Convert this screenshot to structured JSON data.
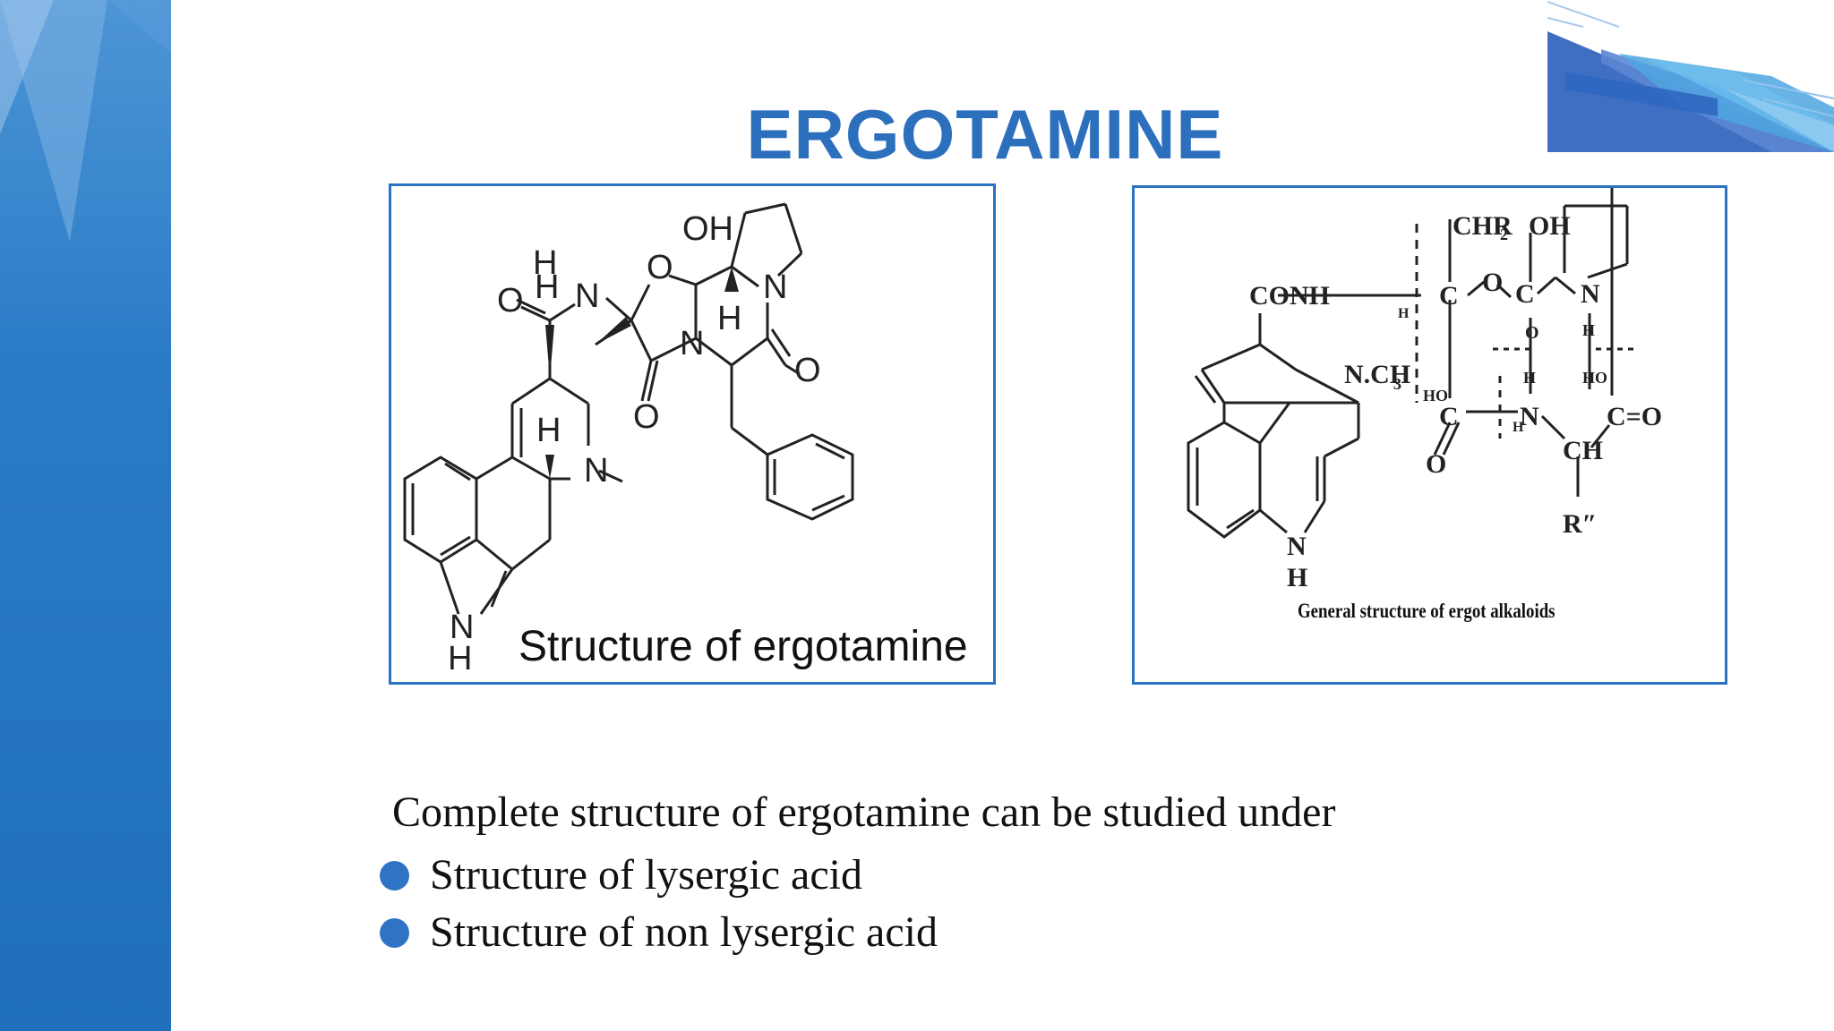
{
  "slide": {
    "title": "ERGOTAMINE",
    "accent_color": "#2c6fbd",
    "sidebar_color": "#2a7bc7"
  },
  "figure_left": {
    "caption": "Structure of ergotamine",
    "atom_labels": [
      "OH",
      "H",
      "N",
      "O",
      "H",
      "N",
      "O",
      "O",
      "O",
      "H",
      "N",
      "N",
      "H"
    ]
  },
  "figure_right": {
    "caption": "General structure of ergot alkaloids",
    "atom_labels": [
      "CHR2",
      "OH",
      "CONH",
      "C",
      "O",
      "C",
      "N",
      "H",
      "O",
      "H",
      "N.CH3",
      "HO",
      "C",
      "N",
      "H",
      "HO",
      "C=O",
      "O",
      "CH",
      "R\"",
      "N",
      "H"
    ]
  },
  "body": {
    "intro": "Complete structure of ergotamine can be studied under",
    "bullets": [
      "Structure of lysergic acid",
      "Structure of non lysergic acid"
    ]
  }
}
